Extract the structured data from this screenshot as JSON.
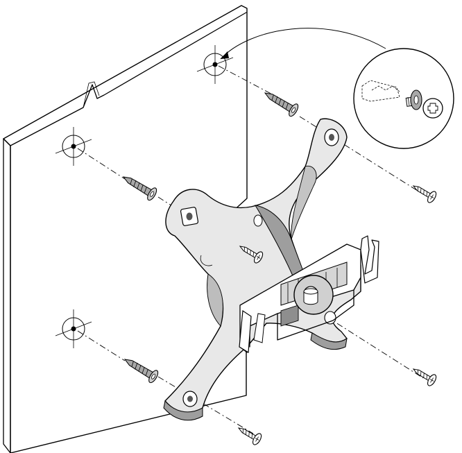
{
  "figure": {
    "caption": "",
    "colors": {
      "line": "#000000",
      "wall": "#ffffff",
      "bracket_light": "#e6e6e6",
      "bracket_mid": "#cfcfcf",
      "bracket_dark": "#9e9e9e",
      "anchor": "#a8a8a8",
      "background": "#ffffff"
    },
    "parts": {
      "wall": "wall-panel",
      "bracket": "mounting-bracket",
      "anchor_count": 4,
      "screw_count": 4,
      "detail_callout": "screw-detail-magnifier"
    }
  }
}
